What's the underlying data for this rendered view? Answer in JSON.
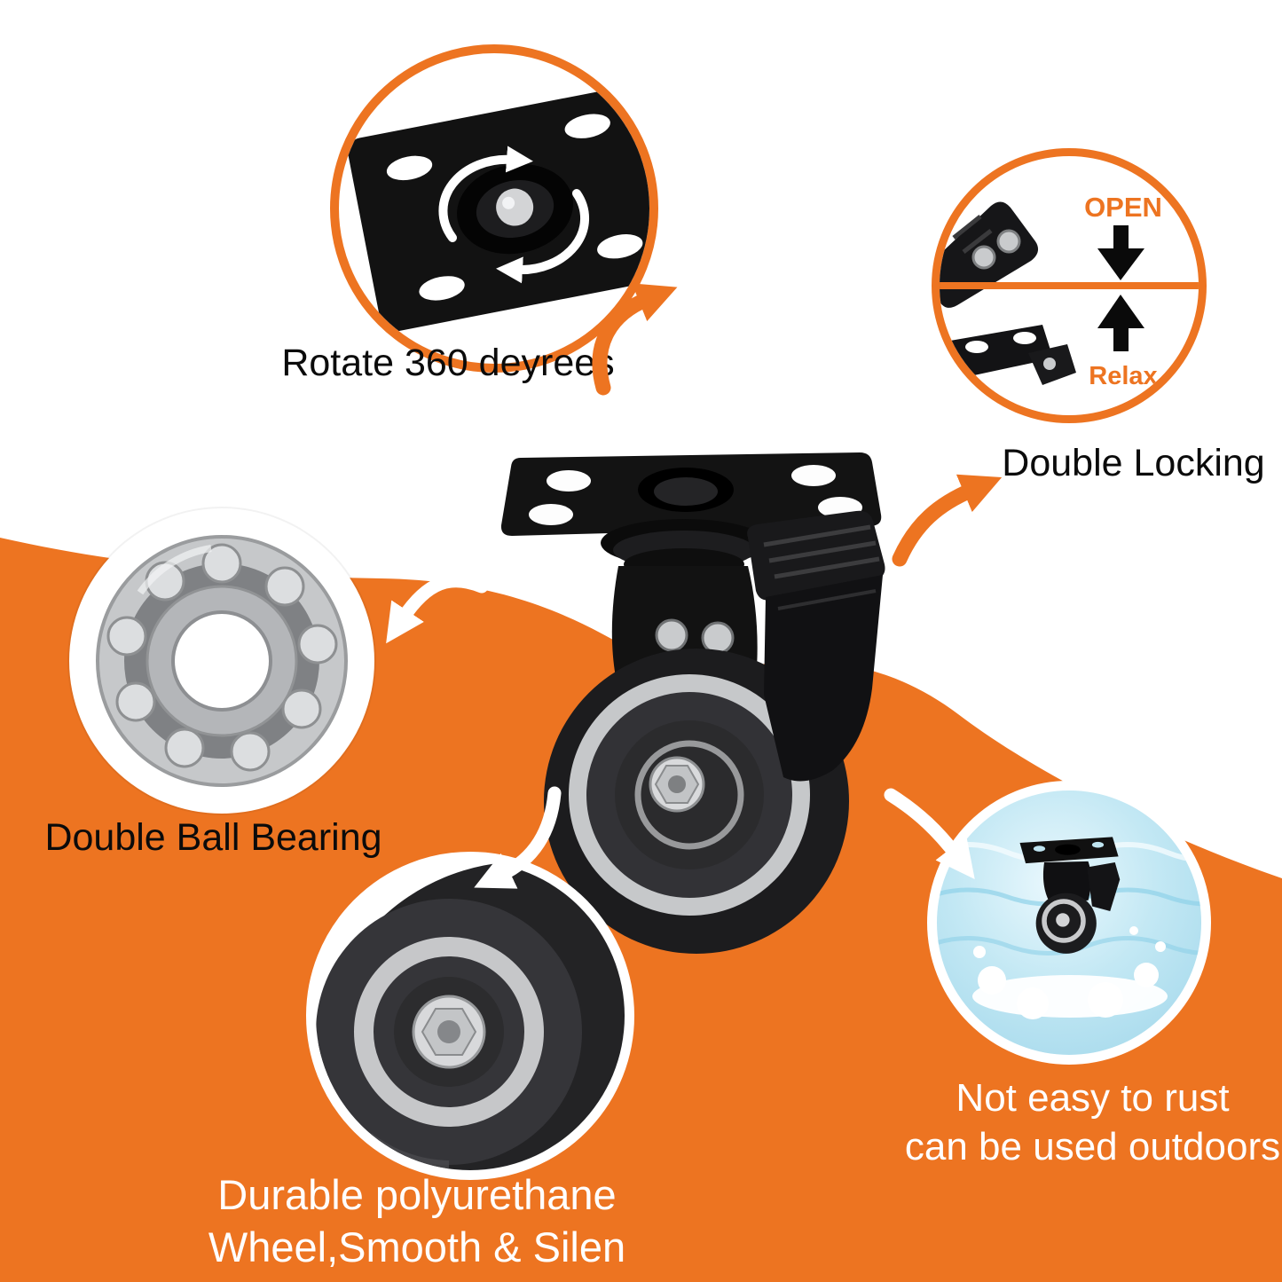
{
  "colors": {
    "accent": "#ED7421",
    "text_dark": "#0B0B0B",
    "text_light": "#FFFFFF"
  },
  "callouts": {
    "rotate": {
      "label": "Rotate 360 deyrees"
    },
    "locking": {
      "label": "Double Locking",
      "open": "OPEN",
      "relax": "Relax"
    },
    "bearing": {
      "label": "Double Ball Bearing"
    },
    "wheel": {
      "line1": "Durable polyurethane",
      "line2": "Wheel,Smooth & Silen"
    },
    "rust": {
      "line1": "Not easy to rust",
      "line2": "can be used outdoors"
    }
  }
}
